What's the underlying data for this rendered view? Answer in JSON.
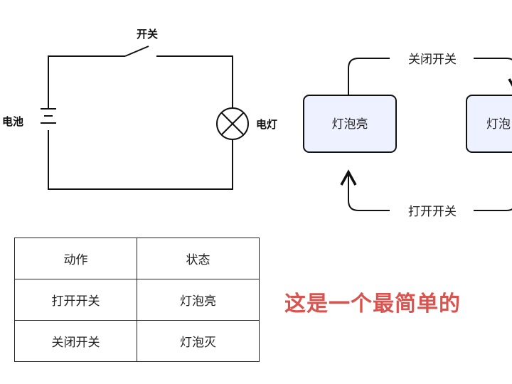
{
  "circuit": {
    "switch_label": "开关",
    "battery_label": "电池",
    "lamp_label": "电灯"
  },
  "state_diagram": {
    "state_on": "灯泡亮",
    "state_off_partial": "灯泡",
    "edge_top": "关闭开关",
    "edge_bottom": "打开开关"
  },
  "table": {
    "headers": [
      "动作",
      "状态"
    ],
    "rows": [
      [
        "打开开关",
        "灯泡亮"
      ],
      [
        "关闭开关",
        "灯泡灭"
      ]
    ]
  },
  "slogan": "这是一个最简单的",
  "colors": {
    "state_fill": "#eef1ff",
    "slogan": "#d9534f"
  }
}
